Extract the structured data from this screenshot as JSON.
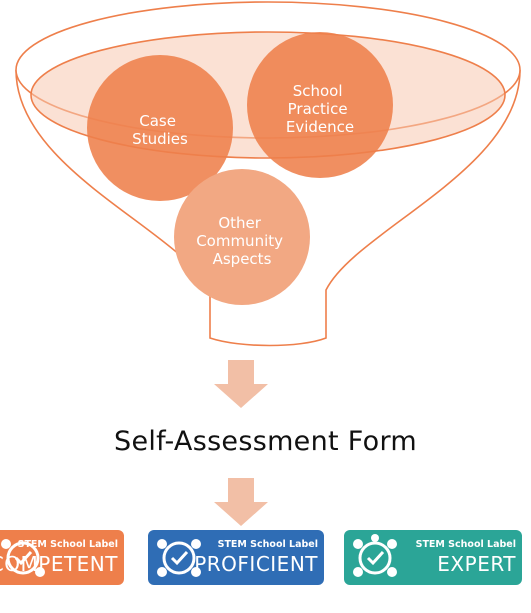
{
  "funnel": {
    "circles": [
      {
        "lines": [
          "Case",
          "Studies"
        ]
      },
      {
        "lines": [
          "School",
          "Practice",
          "Evidence"
        ]
      },
      {
        "lines": [
          "Other",
          "Community",
          "Aspects"
        ]
      }
    ]
  },
  "form_title": "Self-Assessment Form",
  "badges": [
    {
      "top": "STEM School Label",
      "level": "COMPETENT",
      "color": "#EE7F4B"
    },
    {
      "top": "STEM School Label",
      "level": "PROFICIENT",
      "color": "#2F6DB5"
    },
    {
      "top": "STEM School Label",
      "level": "EXPERT",
      "color": "#2BA597"
    }
  ],
  "colors": {
    "funnel_stroke": "#EE7F4B",
    "circle_dark": "#EE7F4B",
    "circle_light": "#F2A883",
    "arrow": "#F2BFA6"
  }
}
